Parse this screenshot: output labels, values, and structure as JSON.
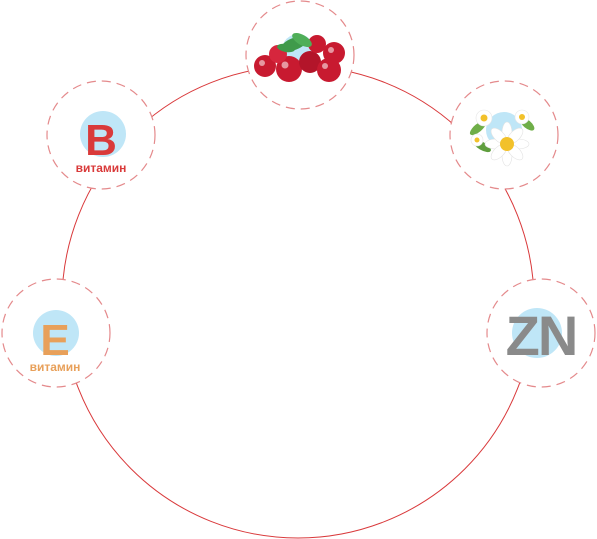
{
  "colors": {
    "ring": "#d9393b",
    "dash": "#e48a8c",
    "halo": "#bfe6f7",
    "vitamin_b": "#d93a3a",
    "vitamin_e": "#e8a05a",
    "zinc": "#8a8a8a",
    "berry": "#c81a30",
    "leaf": "#3f9a4a",
    "petal": "#ffffff",
    "flower_center": "#f2c12a"
  },
  "nodes": [
    {
      "id": "cranberry",
      "icon": "cranberry-icon"
    },
    {
      "id": "chamomile",
      "icon": "chamomile-icon"
    },
    {
      "id": "zinc",
      "icon": "zinc-icon",
      "letters": "ZN"
    },
    {
      "id": "vitamin-e",
      "icon": "vitamin-e-icon",
      "letter": "E",
      "caption": "витамин"
    },
    {
      "id": "vitamin-b",
      "icon": "vitamin-b-icon",
      "letter": "B",
      "caption": "витамин"
    }
  ]
}
